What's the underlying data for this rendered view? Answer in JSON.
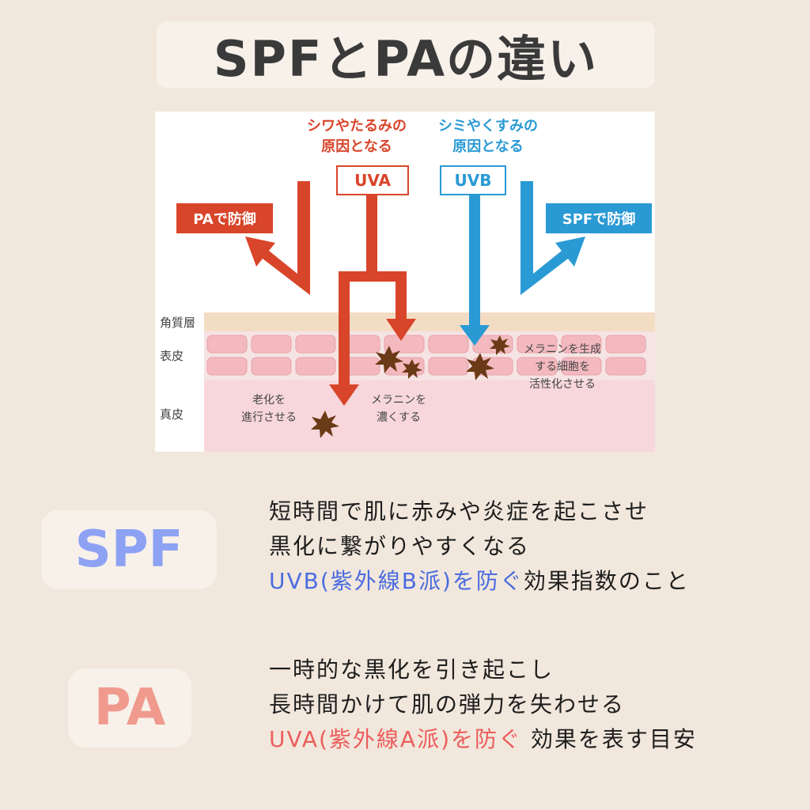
{
  "title": "SPFとPAの違い",
  "diagram": {
    "uva_cause": [
      "シワやたるみの",
      "原因となる"
    ],
    "uvb_cause": [
      "シミやくすみの",
      "原因となる"
    ],
    "uva_label": "UVA",
    "uvb_label": "UVB",
    "pa_defense": "PAで防御",
    "spf_defense": "SPFで防御",
    "layers": [
      "角質層",
      "表皮",
      "真皮"
    ],
    "notes": {
      "aging": [
        "老化を",
        "進行させる"
      ],
      "melanin_darken": [
        "メラニンを",
        "濃くする"
      ],
      "melanin_cells": [
        "メラニンを生成",
        "する細胞を",
        "活性化させる"
      ]
    },
    "colors": {
      "uva": "#d9452a",
      "uvb": "#2a9ad4",
      "skin_top": "#f3dcc4",
      "skin_cells": "#f3c2c6",
      "dermis": "#f6d6da",
      "melanin": "#6b3a16"
    }
  },
  "spf": {
    "term": "SPF",
    "lines": [
      "短時間で肌に赤みや炎症を起こさせ",
      "黒化に繋がりやすくなる"
    ],
    "highlight": "UVB(紫外線B派)を防ぐ",
    "tail": "効果指数のこと"
  },
  "pa": {
    "term": "PA",
    "lines": [
      "一時的な黒化を引き起こし",
      "長時間かけて肌の弾力を失わせる"
    ],
    "highlight": "UVA(紫外線A派)を防ぐ",
    "tail": " 効果を表す目安"
  }
}
